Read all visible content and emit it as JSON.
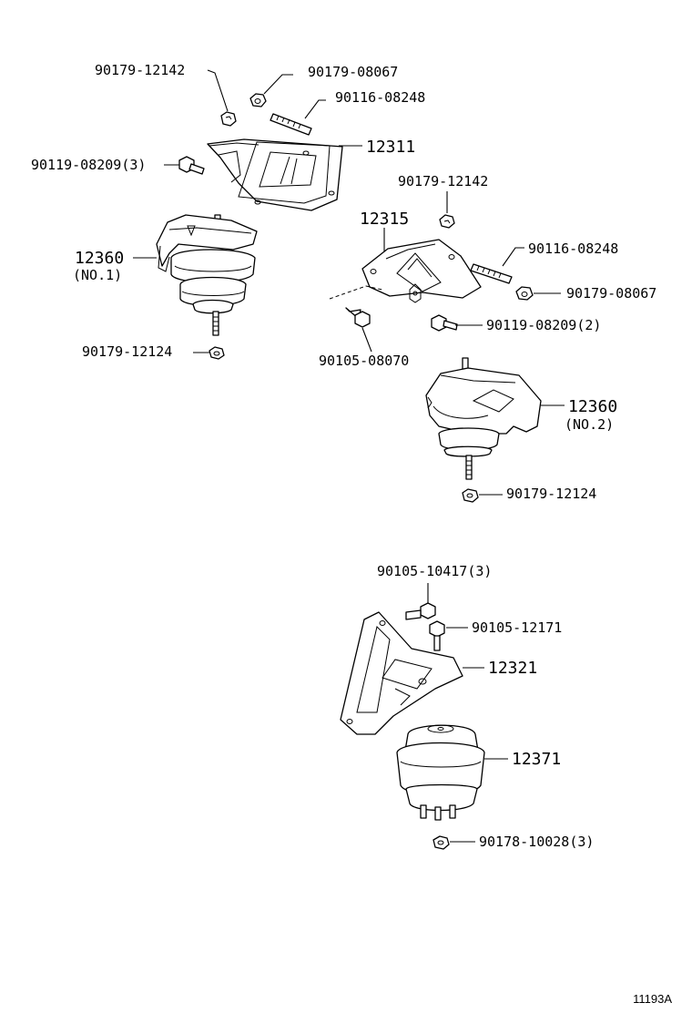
{
  "callouts": {
    "nut_top_left": "90179-12142",
    "nut_top_right": "90179-08067",
    "stud_top": "90116-08248",
    "bracket_12311": "12311",
    "bolt_left": "90119-08209(3)",
    "nut_mid": "90179-12142",
    "bracket_12315": "12315",
    "stud_mid": "90116-08248",
    "insulator_no1": "12360",
    "insulator_no1_sub": "(NO.1)",
    "nut_right_mid": "90179-08067",
    "bolt_mid": "90119-08209(2)",
    "nut_left_bottom": "90179-12124",
    "bolt_small": "90105-08070",
    "insulator_no2": "12360",
    "insulator_no2_sub": "(NO.2)",
    "nut_no2": "90179-12124",
    "bolt_rear1": "90105-10417(3)",
    "bolt_rear2": "90105-12171",
    "bracket_12321": "12321",
    "insulator_12371": "12371",
    "nut_rear": "90178-10028(3)"
  },
  "catalog_number": "11193A"
}
